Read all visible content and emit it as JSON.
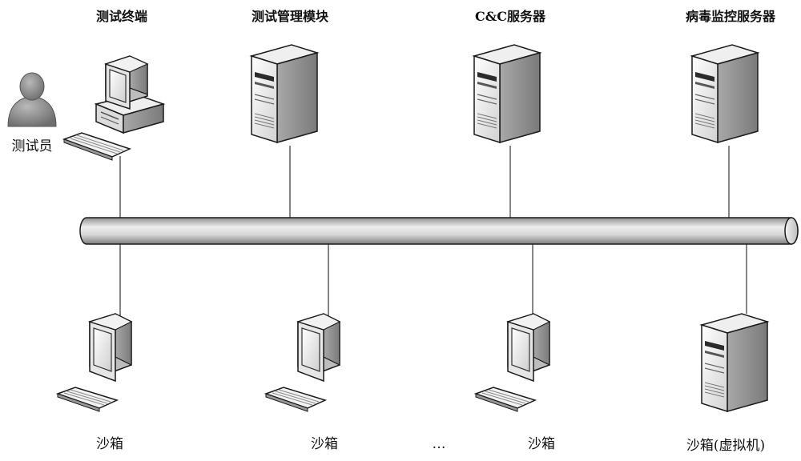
{
  "nodes": {
    "tester": {
      "label": "测试员",
      "icon": "person-icon"
    },
    "test_terminal": {
      "label": "测试终端",
      "icon": "desktop-computer-icon"
    },
    "test_mgmt_module": {
      "label": "测试管理模块",
      "icon": "server-tower-icon"
    },
    "cc_server": {
      "label": "C&C服务器",
      "icon": "server-tower-icon"
    },
    "virus_monitor_server": {
      "label": "病毒监控服务器",
      "icon": "server-tower-icon"
    },
    "sandbox_1": {
      "label": "沙箱",
      "icon": "monitor-keyboard-icon"
    },
    "sandbox_2": {
      "label": "沙箱",
      "icon": "monitor-keyboard-icon"
    },
    "ellipsis": {
      "label": "…"
    },
    "sandbox_3": {
      "label": "沙箱",
      "icon": "monitor-keyboard-icon"
    },
    "sandbox_vm": {
      "label": "沙箱(虚拟机)",
      "icon": "server-tower-icon"
    }
  },
  "colors": {
    "line": "#333333",
    "outline": "#1a1a1a",
    "device_light": "#f4f4f4",
    "device_mid": "#d9d9d9",
    "device_dark": "#9a9a9a",
    "bus_light": "#ececec",
    "bus_dark": "#a0a0a0",
    "person": "#8c8c8c"
  }
}
